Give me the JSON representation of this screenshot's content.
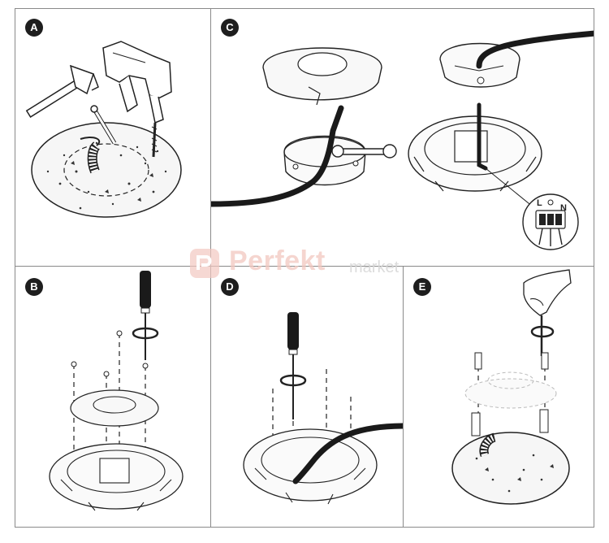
{
  "panels": [
    {
      "id": "A",
      "label": "A"
    },
    {
      "id": "C",
      "label": "C"
    },
    {
      "id": "B",
      "label": "B"
    },
    {
      "id": "D",
      "label": "D"
    },
    {
      "id": "E",
      "label": "E"
    }
  ],
  "wiring_labels": {
    "live": "L",
    "neutral": "N"
  },
  "colors": {
    "line": "#222222",
    "badge": "#1e1e1e",
    "border": "#8a8a8a",
    "cable": "#1a1a1a",
    "speckle": "#333333",
    "watermark": "#f2c8c0"
  }
}
